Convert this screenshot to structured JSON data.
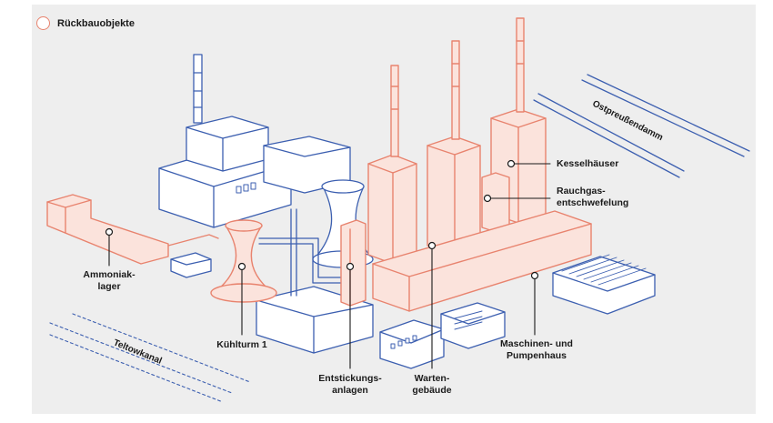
{
  "legend": {
    "label": "Rückbauobjekte",
    "color": "#e8836e"
  },
  "colors": {
    "demolition": "#e8836e",
    "demolition_fill": "#fbe3dc",
    "building": "#3c5fb0",
    "building_fill": "#ffffff",
    "water": "#3c5fb0"
  },
  "streets": {
    "east": "Ostpreußendamm",
    "canal": "Teltowkanal"
  },
  "labels": {
    "kesselhaeuser": "Kesselhäuser",
    "rauchgas": "Rauchgas-\nentschwefelung",
    "ammoniak": "Ammoniak-\nlager",
    "kuehlturm": "Kühlturm 1",
    "entstickung": "Entstickungs-\nanlagen",
    "warten": "Warten-\ngebäude",
    "maschinen": "Maschinen- und\nPumpenhaus"
  }
}
